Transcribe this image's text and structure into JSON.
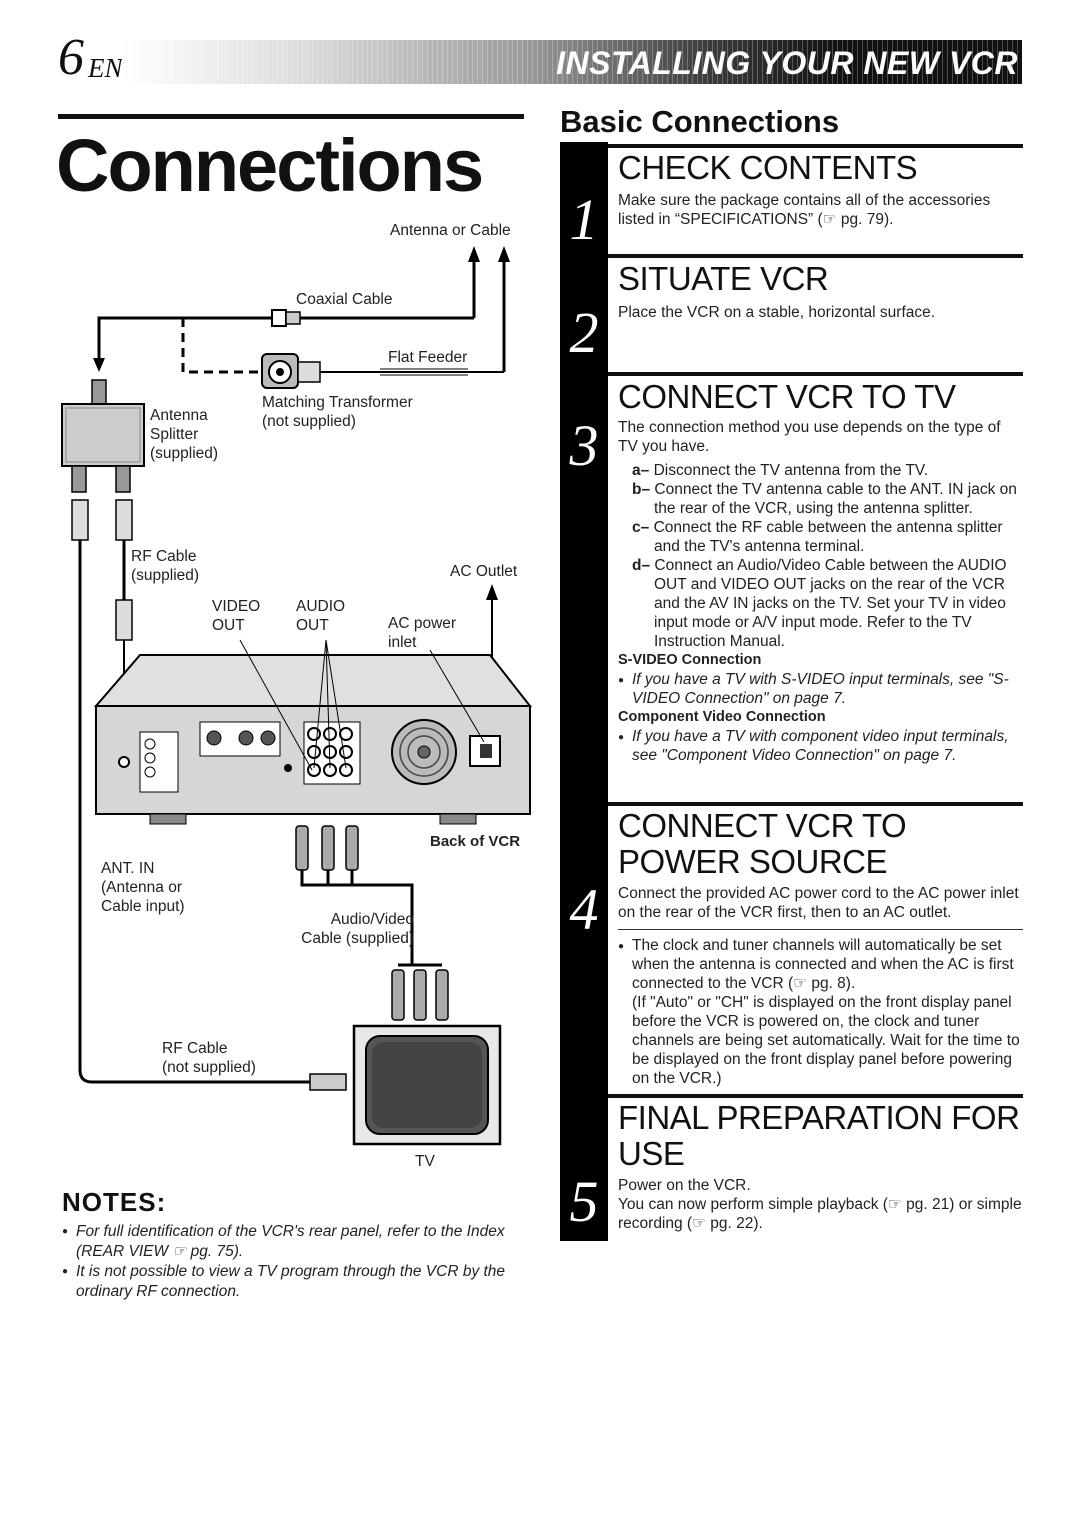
{
  "header": {
    "page_number": "6",
    "lang": "EN",
    "section_title": "INSTALLING YOUR NEW VCR"
  },
  "page_title": "Connections",
  "diagram": {
    "antenna_or_cable": "Antenna or Cable",
    "coaxial_cable": "Coaxial Cable",
    "flat_feeder": "Flat Feeder",
    "matching_transformer": "Matching Transformer\n(not supplied)",
    "antenna_splitter": "Antenna\nSplitter\n(supplied)",
    "rf_cable_supplied": "RF Cable\n(supplied)",
    "ac_outlet": "AC Outlet",
    "video_out": "VIDEO\nOUT",
    "audio_out": "AUDIO\nOUT",
    "ac_power_inlet": "AC power\ninlet",
    "back_of_vcr": "Back of VCR",
    "ant_in": "ANT. IN\n(Antenna or\nCable input)",
    "av_cable": "Audio/Video\nCable (supplied)",
    "rf_cable_not_supplied": "RF Cable\n(not supplied)",
    "tv": "TV"
  },
  "notes": {
    "heading": "NOTES:",
    "items": [
      "For full identification of the VCR's rear panel, refer to the Index (REAR VIEW ☞ pg. 75).",
      "It is not possible to view a TV program through the VCR by the ordinary RF connection."
    ]
  },
  "basic_heading": "Basic Connections",
  "steps": [
    {
      "number": "1",
      "title": "CHECK CONTENTS",
      "text": "Make sure the package contains all of the accessories listed in “SPECIFICATIONS” (☞ pg. 79)."
    },
    {
      "number": "2",
      "title": "SITUATE VCR",
      "text": "Place the VCR on a stable, horizontal surface."
    },
    {
      "number": "3",
      "title": "CONNECT VCR TO TV",
      "text": "The connection method you use depends on the type of TV you have.",
      "subs": [
        {
          "key": "a–",
          "text": "Disconnect the TV antenna from the TV."
        },
        {
          "key": "b–",
          "text": "Connect the TV antenna cable to the ANT. IN jack on the rear of the VCR, using the antenna splitter."
        },
        {
          "key": "c–",
          "text": "Connect the RF cable between the antenna splitter and the TV's antenna terminal."
        },
        {
          "key": "d–",
          "text": "Connect an Audio/Video Cable between the AUDIO OUT and VIDEO OUT jacks on the rear of the VCR and the AV IN jacks on the TV. Set your TV in video input mode or A/V input mode. Refer to the TV Instruction Manual."
        }
      ],
      "svideo_heading": "S-VIDEO Connection",
      "svideo_text": "If you have a TV with S-VIDEO input terminals, see \"S-VIDEO Connection\" on page 7.",
      "component_heading": "Component Video Connection",
      "component_text": "If you have a TV with component video input terminals, see \"Component Video Connection\" on page 7."
    },
    {
      "number": "4",
      "title_line1": "CONNECT VCR TO",
      "title_line2": "POWER SOURCE",
      "text": "Connect the provided AC power cord to the AC power inlet on the rear of the VCR first, then to an AC outlet.",
      "bullet": "The clock and tuner channels will automatically be set when the antenna is connected and when the AC is first connected to the VCR (☞ pg. 8).",
      "bullet_cont": "(If \"Auto\" or \"CH\" is displayed on the front display panel before the VCR is powered on, the clock and tuner channels are being set automatically. Wait for the time to be displayed on the front display panel before powering on the VCR.)"
    },
    {
      "number": "5",
      "title_line1": "FINAL PREPARATION FOR",
      "title_line2": "USE",
      "line1": "Power on the VCR.",
      "line2": "You can now perform simple playback (☞ pg. 21) or simple recording (☞ pg. 22)."
    }
  ]
}
